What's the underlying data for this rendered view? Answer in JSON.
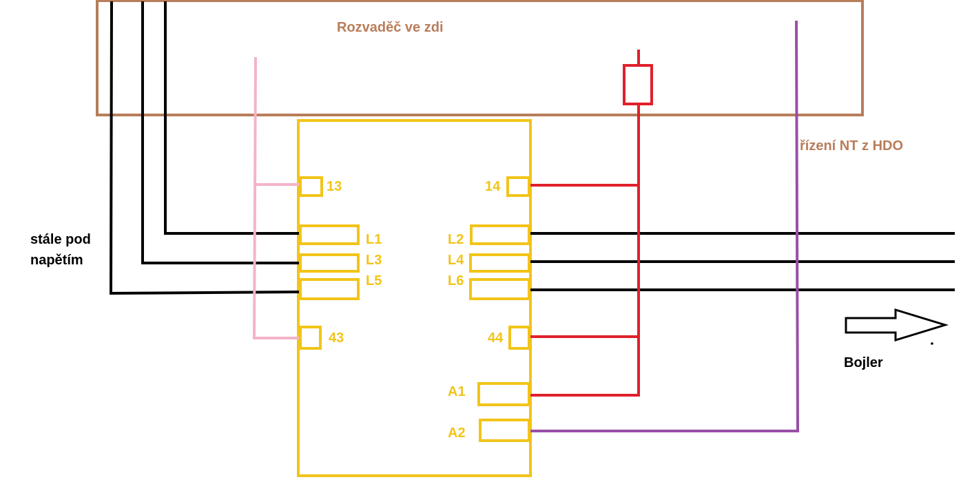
{
  "colors": {
    "enclosure": "#b87d5a",
    "contactor": "#f2c418",
    "pink_wire": "#f4b4c8",
    "red_wire": "#e0202a",
    "purple_wire": "#9a4ea6",
    "black_wire": "#000000",
    "note_text": "#b87d5a"
  },
  "labels": {
    "enclosure": "Rozvaděč ve zdi",
    "hdo_control": "řízení NT z HDO",
    "always_live_line1": "stále pod",
    "always_live_line2": "napětím",
    "boiler": "Bojler"
  },
  "contacts": {
    "c13": "13",
    "c14": "14",
    "L1": "L1",
    "L2": "L2",
    "L3": "L3",
    "L4": "L4",
    "L5": "L5",
    "L6": "L6",
    "c43": "43",
    "c44": "44",
    "A1": "A1",
    "A2": "A2"
  },
  "icons": {
    "arrow": "right-arrow-icon",
    "fuse": "fuse-icon"
  }
}
